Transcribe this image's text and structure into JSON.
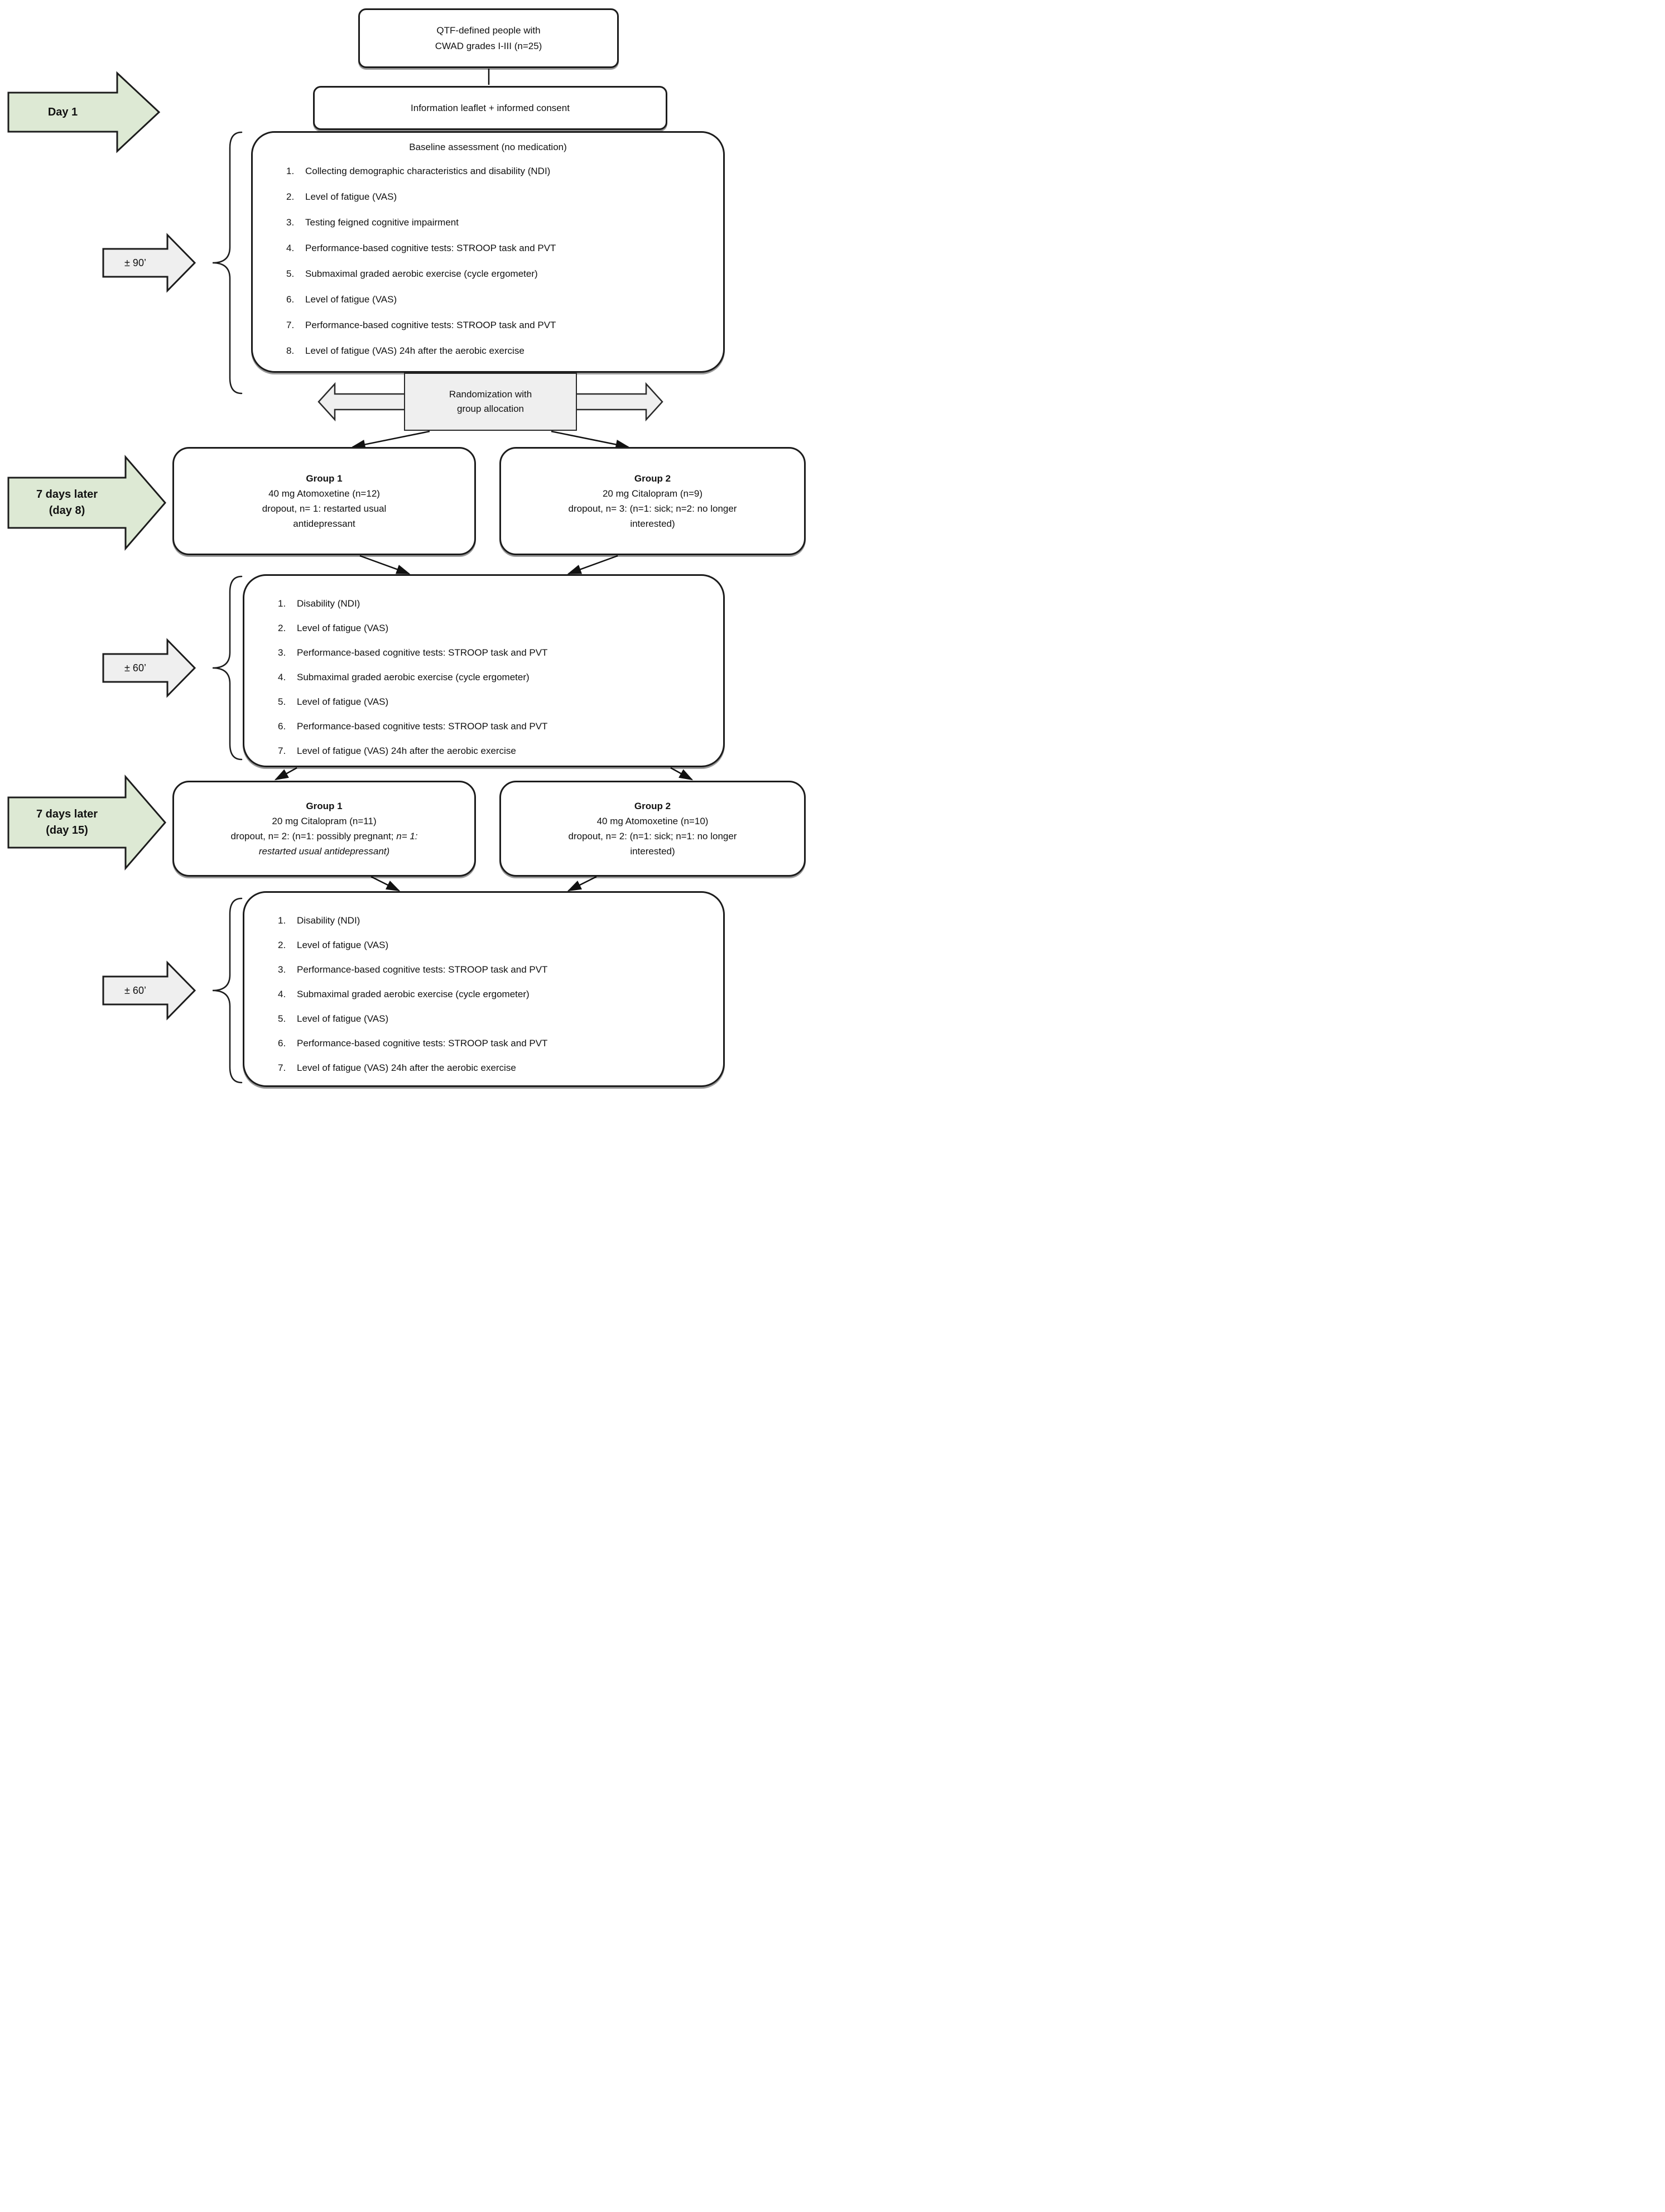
{
  "colors": {
    "green_fill": "#dde9d4",
    "gray_fill": "#efefef",
    "outline": "#1c1c1c"
  },
  "top_box": {
    "line1": "QTF-defined people with",
    "line2": "CWAD grades I-III (n=25)"
  },
  "info_box": {
    "text": "Information leaflet + informed consent"
  },
  "timeline": {
    "day1": {
      "label": "Day 1"
    },
    "day8": {
      "line1": "7 days later",
      "line2": "(day 8)"
    },
    "day15": {
      "line1": "7 days later",
      "line2": "(day 15)"
    },
    "duration90": {
      "label": "± 90’"
    },
    "duration60a": {
      "label": "± 60’"
    },
    "duration60b": {
      "label": "± 60’"
    }
  },
  "baseline_box": {
    "title": "Baseline assessment (no medication)",
    "items": [
      {
        "n": "1.",
        "t": "Collecting demographic characteristics and disability (NDI)"
      },
      {
        "n": "2.",
        "t": "Level of fatigue (VAS)"
      },
      {
        "n": "3.",
        "t": "Testing feigned cognitive impairment"
      },
      {
        "n": "4.",
        "t": "Performance-based cognitive tests: STROOP task and PVT"
      },
      {
        "n": "5.",
        "t": "Submaximal graded aerobic exercise (cycle ergometer)"
      },
      {
        "n": "6.",
        "t": "Level of fatigue (VAS)"
      },
      {
        "n": "7.",
        "t": "Performance-based cognitive tests: STROOP task and PVT"
      },
      {
        "n": "8.",
        "t": "Level of fatigue (VAS) 24h after the aerobic exercise"
      }
    ]
  },
  "randomization": {
    "line1": "Randomization with",
    "line2": "group allocation"
  },
  "groups_round1": {
    "group1": {
      "title": "Group 1",
      "line1": "40 mg Atomoxetine (n=12)",
      "line2": "dropout, n= 1: restarted usual",
      "line3": "antidepressant"
    },
    "group2": {
      "title": "Group 2",
      "line1": "20 mg Citalopram (n=9)",
      "line2": "dropout, n= 3: (n=1: sick; n=2: no longer",
      "line3": "interested)"
    }
  },
  "midterm_box": {
    "items": [
      {
        "n": "1.",
        "t": "Disability (NDI)"
      },
      {
        "n": "2.",
        "t": "Level of fatigue (VAS)"
      },
      {
        "n": "3.",
        "t": "Performance-based cognitive tests: STROOP task and PVT"
      },
      {
        "n": "4.",
        "t": "Submaximal graded aerobic exercise (cycle ergometer)"
      },
      {
        "n": "5.",
        "t": "Level of fatigue (VAS)"
      },
      {
        "n": "6.",
        "t": "Performance-based cognitive tests: STROOP task and PVT"
      },
      {
        "n": "7.",
        "t": "Level of fatigue (VAS) 24h after the aerobic exercise"
      }
    ]
  },
  "groups_round2": {
    "group1": {
      "title": "Group 1",
      "line1": "20 mg Citalopram (n=11)",
      "line2_normal": "dropout, n= 2: (n=1: possibly pregnant; ",
      "line2_italic": "n= 1:",
      "line3_italic": "restarted usual antidepressant)"
    },
    "group2": {
      "title": "Group 2",
      "line1": "40 mg Atomoxetine (n=10)",
      "line2": "dropout, n= 2: (n=1: sick; n=1: no longer",
      "line3": "interested)"
    }
  },
  "final_box": {
    "items": [
      {
        "n": "1.",
        "t": "Disability (NDI)"
      },
      {
        "n": "2.",
        "t": "Level of fatigue (VAS)"
      },
      {
        "n": "3.",
        "t": "Performance-based cognitive tests: STROOP task and PVT"
      },
      {
        "n": "4.",
        "t": "Submaximal graded aerobic exercise (cycle ergometer)"
      },
      {
        "n": "5.",
        "t": "Level of fatigue (VAS)"
      },
      {
        "n": "6.",
        "t": "Performance-based cognitive tests: STROOP task and PVT"
      },
      {
        "n": "7.",
        "t": "Level of fatigue (VAS) 24h after the aerobic exercise"
      }
    ]
  }
}
